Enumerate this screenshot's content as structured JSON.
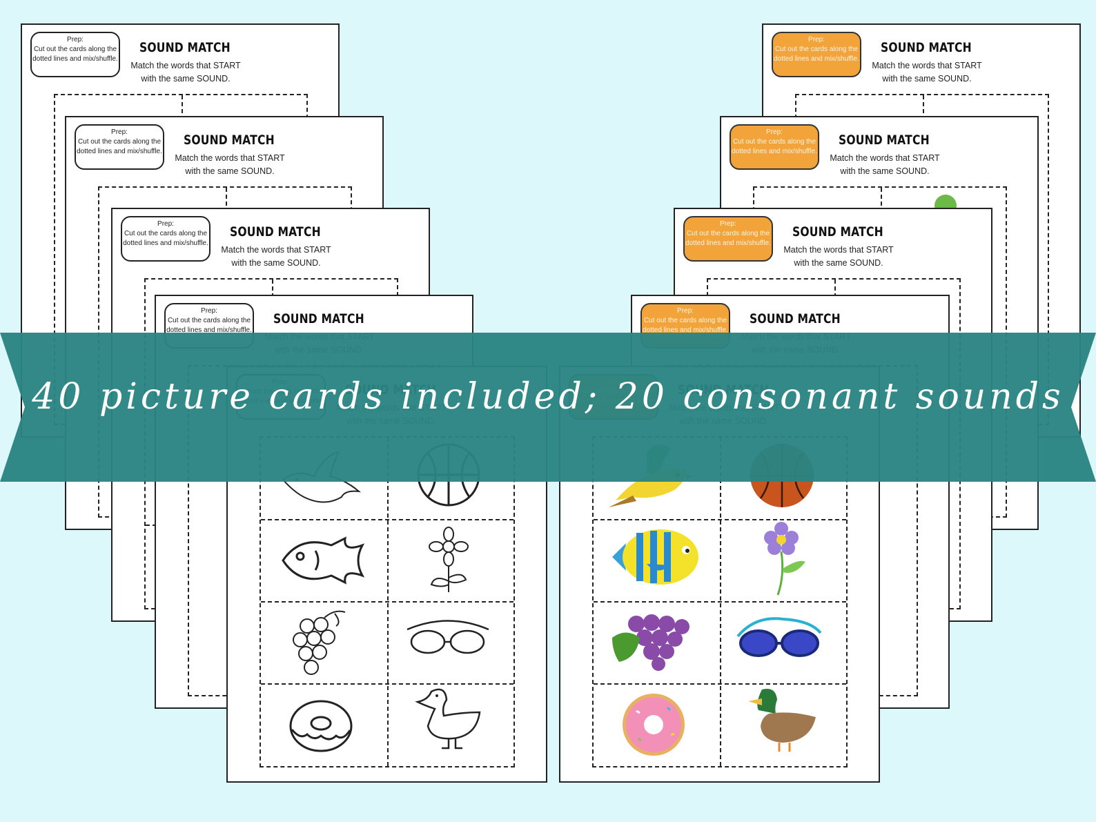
{
  "worksheet": {
    "title": "SOUND MATCH",
    "prep_line1": "Prep:",
    "prep_line2": "Cut out the cards along the dotted lines and mix/shuffle.",
    "instruction_line1": "Match the words that START",
    "instruction_line2": "with the same SOUND."
  },
  "banner": {
    "text": "40 picture cards included; 20 consonant sounds"
  },
  "colors": {
    "background": "#dcf8fb",
    "banner": "#2a8482",
    "prep_orange": "#f2a43a"
  },
  "cards": [
    "bird",
    "basketball",
    "fish",
    "flower",
    "grapes",
    "goggles",
    "donut",
    "duck"
  ]
}
